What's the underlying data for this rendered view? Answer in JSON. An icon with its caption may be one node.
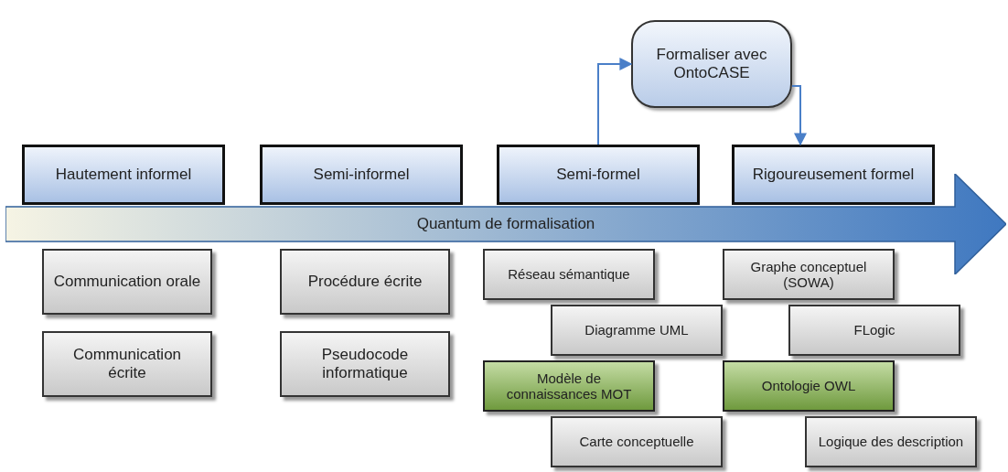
{
  "diagram": {
    "nodes": [
      {
        "text": [
          "Hautement informel"
        ]
      },
      {
        "text": [
          "Semi-informel"
        ]
      },
      {
        "text": [
          "Semi-formel"
        ]
      },
      {
        "text": [
          "Rigoureusement formel"
        ]
      },
      {
        "text": [
          "Formaliser avec OntoCASE"
        ]
      },
      {
        "text": [
          "Quantum de formalisation"
        ]
      },
      {
        "text": [
          "Communication orale"
        ]
      },
      {
        "text": [
          "Communication écrite"
        ]
      },
      {
        "text": [
          "Procédure écrite"
        ]
      },
      {
        "text": [
          "Pseudocode informatique"
        ]
      },
      {
        "text": [
          "Réseau sémantique"
        ]
      },
      {
        "text": [
          "Diagramme UML"
        ]
      },
      {
        "text": [
          "Modèle de connaissances MOT"
        ]
      },
      {
        "text": [
          "Carte conceptuelle"
        ]
      },
      {
        "text": [
          "Graphe conceptuel (SOWA)"
        ]
      },
      {
        "text": [
          "FLogic"
        ]
      },
      {
        "text": [
          "Ontologie OWL"
        ]
      },
      {
        "text": [
          "Logique des description"
        ]
      }
    ],
    "edges": [
      {
        "from": 2,
        "to": 4,
        "arrow": "to"
      },
      {
        "from": 4,
        "to": 3,
        "arrow": "to"
      }
    ]
  }
}
